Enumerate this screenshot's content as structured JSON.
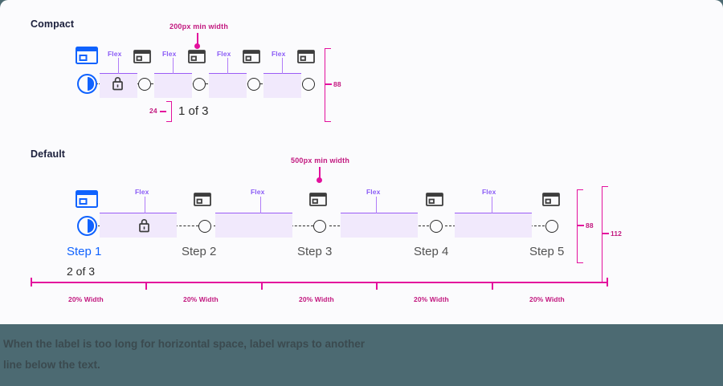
{
  "sections": {
    "compact": {
      "title": "Compact",
      "annotation": "200px min width",
      "count_label": "1 of 3",
      "bracket_small": "24",
      "bracket_height": "88",
      "flex_label": "Flex"
    },
    "default": {
      "title": "Default",
      "annotation": "500px min width",
      "count_label": "2 of 3",
      "bracket_height": "88",
      "bracket_total": "112",
      "flex_label": "Flex",
      "width_label": "20% Width",
      "steps": [
        {
          "label": "Step 1",
          "state": "active"
        },
        {
          "label": "Step 2",
          "state": "default"
        },
        {
          "label": "Step 3",
          "state": "default"
        },
        {
          "label": "Step 4",
          "state": "default"
        },
        {
          "label": "Step 5",
          "state": "default"
        }
      ]
    }
  },
  "caption": "When the label is too long for horizontal space, label wraps to another\nline below the text.",
  "colors": {
    "accent_blue": "#0f62fe",
    "flex_purple": "#8b5cf6",
    "flex_fill": "#f1e9fc",
    "annotation_magenta": "#e3119d",
    "text_dark": "#2b2b2b",
    "text_muted": "#525252",
    "canvas_bg": "#fbfbfd",
    "page_bg": "#4c6a72"
  }
}
